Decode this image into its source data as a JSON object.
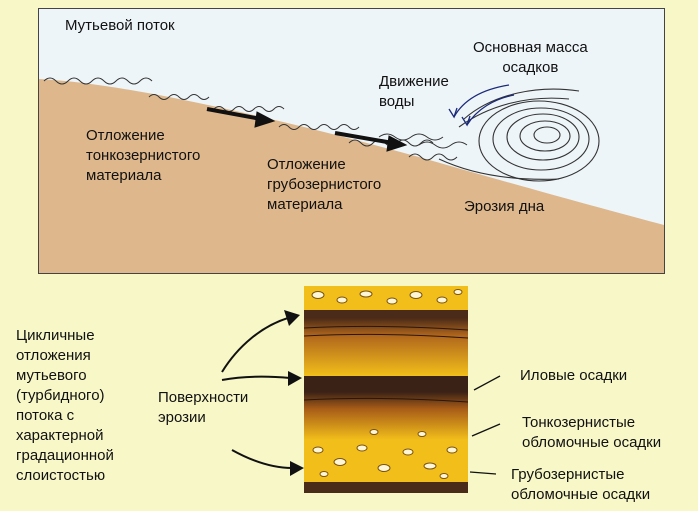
{
  "top": {
    "title": "Мутьевой поток",
    "main_mass": "Основная масса\nосадков",
    "water_motion": "Движение\nводы",
    "fine_deposit": "Отложение\nтонкозернистого\nматериала",
    "coarse_deposit": "Отложение\nгрубозернистого\nматериала",
    "bottom_erosion": "Эрозия дна"
  },
  "bottom": {
    "cyclic": "Цикличные\nотложения\nмутьевого\n(турбидного)\nпотока с\nхарактерной\nградационной\nслоистостью",
    "erosion_surfaces": "Поверхности\nэрозии",
    "silt": "Иловые осадки",
    "fine_clastic": "Тонкозернистые\nобломочные осадки",
    "coarse_clastic": "Грубозернистые\nобломочные осадки"
  },
  "colors": {
    "background": "#f7f7c8",
    "sediment": "#deb88c",
    "water": "#eef5f9",
    "silt": "#4a2a18",
    "sand": "#f2bf1a"
  }
}
